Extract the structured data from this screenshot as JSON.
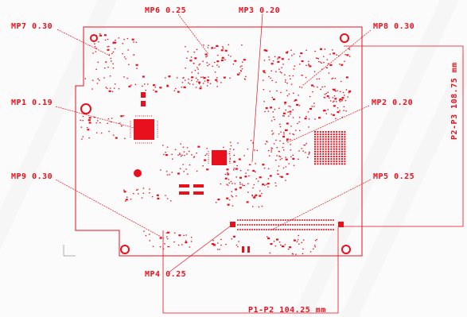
{
  "colors": {
    "accent": "#e8101c",
    "background": "#fbfbfb"
  },
  "points": {
    "mp1": {
      "label": "MP1 0.19"
    },
    "mp2": {
      "label": "MP2 0.20"
    },
    "mp3": {
      "label": "MP3 0.20"
    },
    "mp4": {
      "label": "MP4 0.25"
    },
    "mp5": {
      "label": "MP5 0.25"
    },
    "mp6": {
      "label": "MP6 0.25"
    },
    "mp7": {
      "label": "MP7 0.30"
    },
    "mp8": {
      "label": "MP8 0.30"
    },
    "mp9": {
      "label": "MP9 0.30"
    }
  },
  "dimensions": {
    "p1_p2": "P1-P2 104.25 mm",
    "p2_p3": "P2-P3 108.75 mm"
  }
}
